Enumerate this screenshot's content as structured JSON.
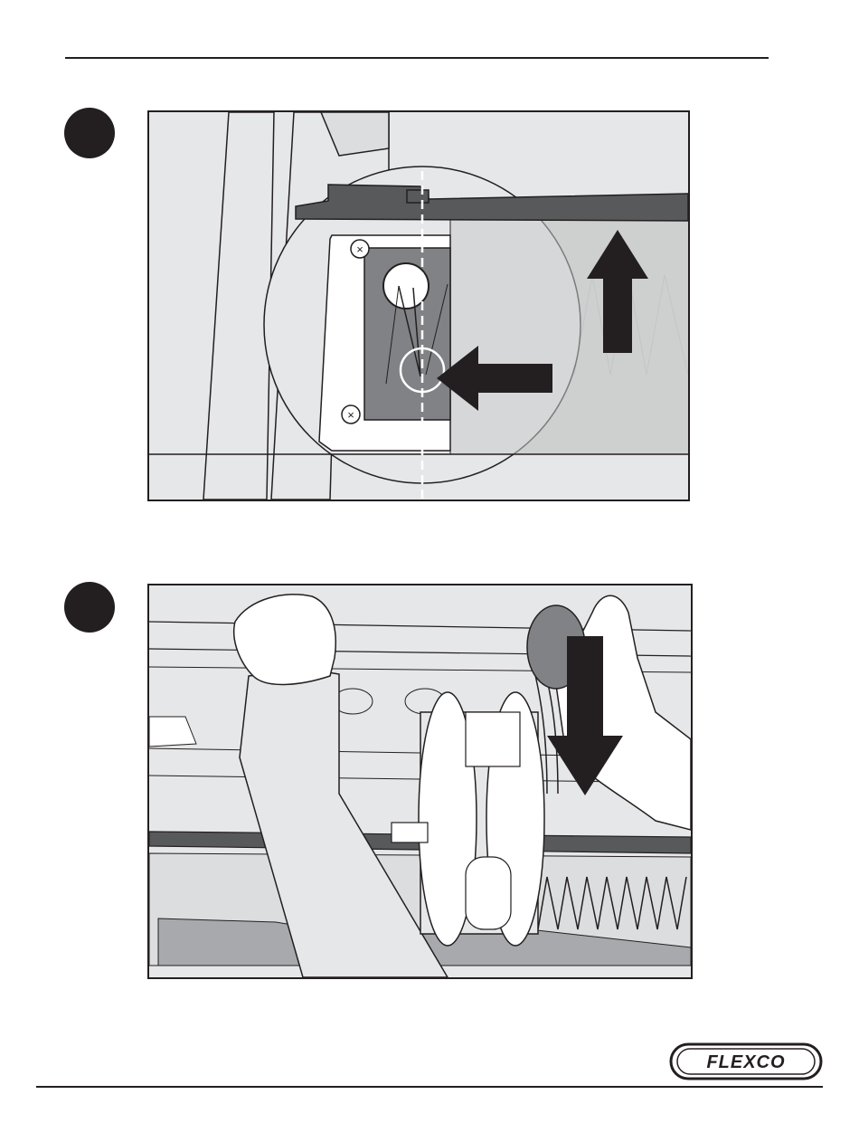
{
  "document": {
    "brand": {
      "logo_text": "FLEXCO"
    },
    "steps": [
      {
        "figure": "figure-1",
        "icon": "step-marker"
      },
      {
        "figure": "figure-2",
        "icon": "step-marker"
      }
    ],
    "colors": {
      "ink": "#231f20",
      "panel_bg": "#e6e7e8",
      "belt": "#58595b",
      "plate": "#808285",
      "arrow": "#231f20"
    }
  }
}
